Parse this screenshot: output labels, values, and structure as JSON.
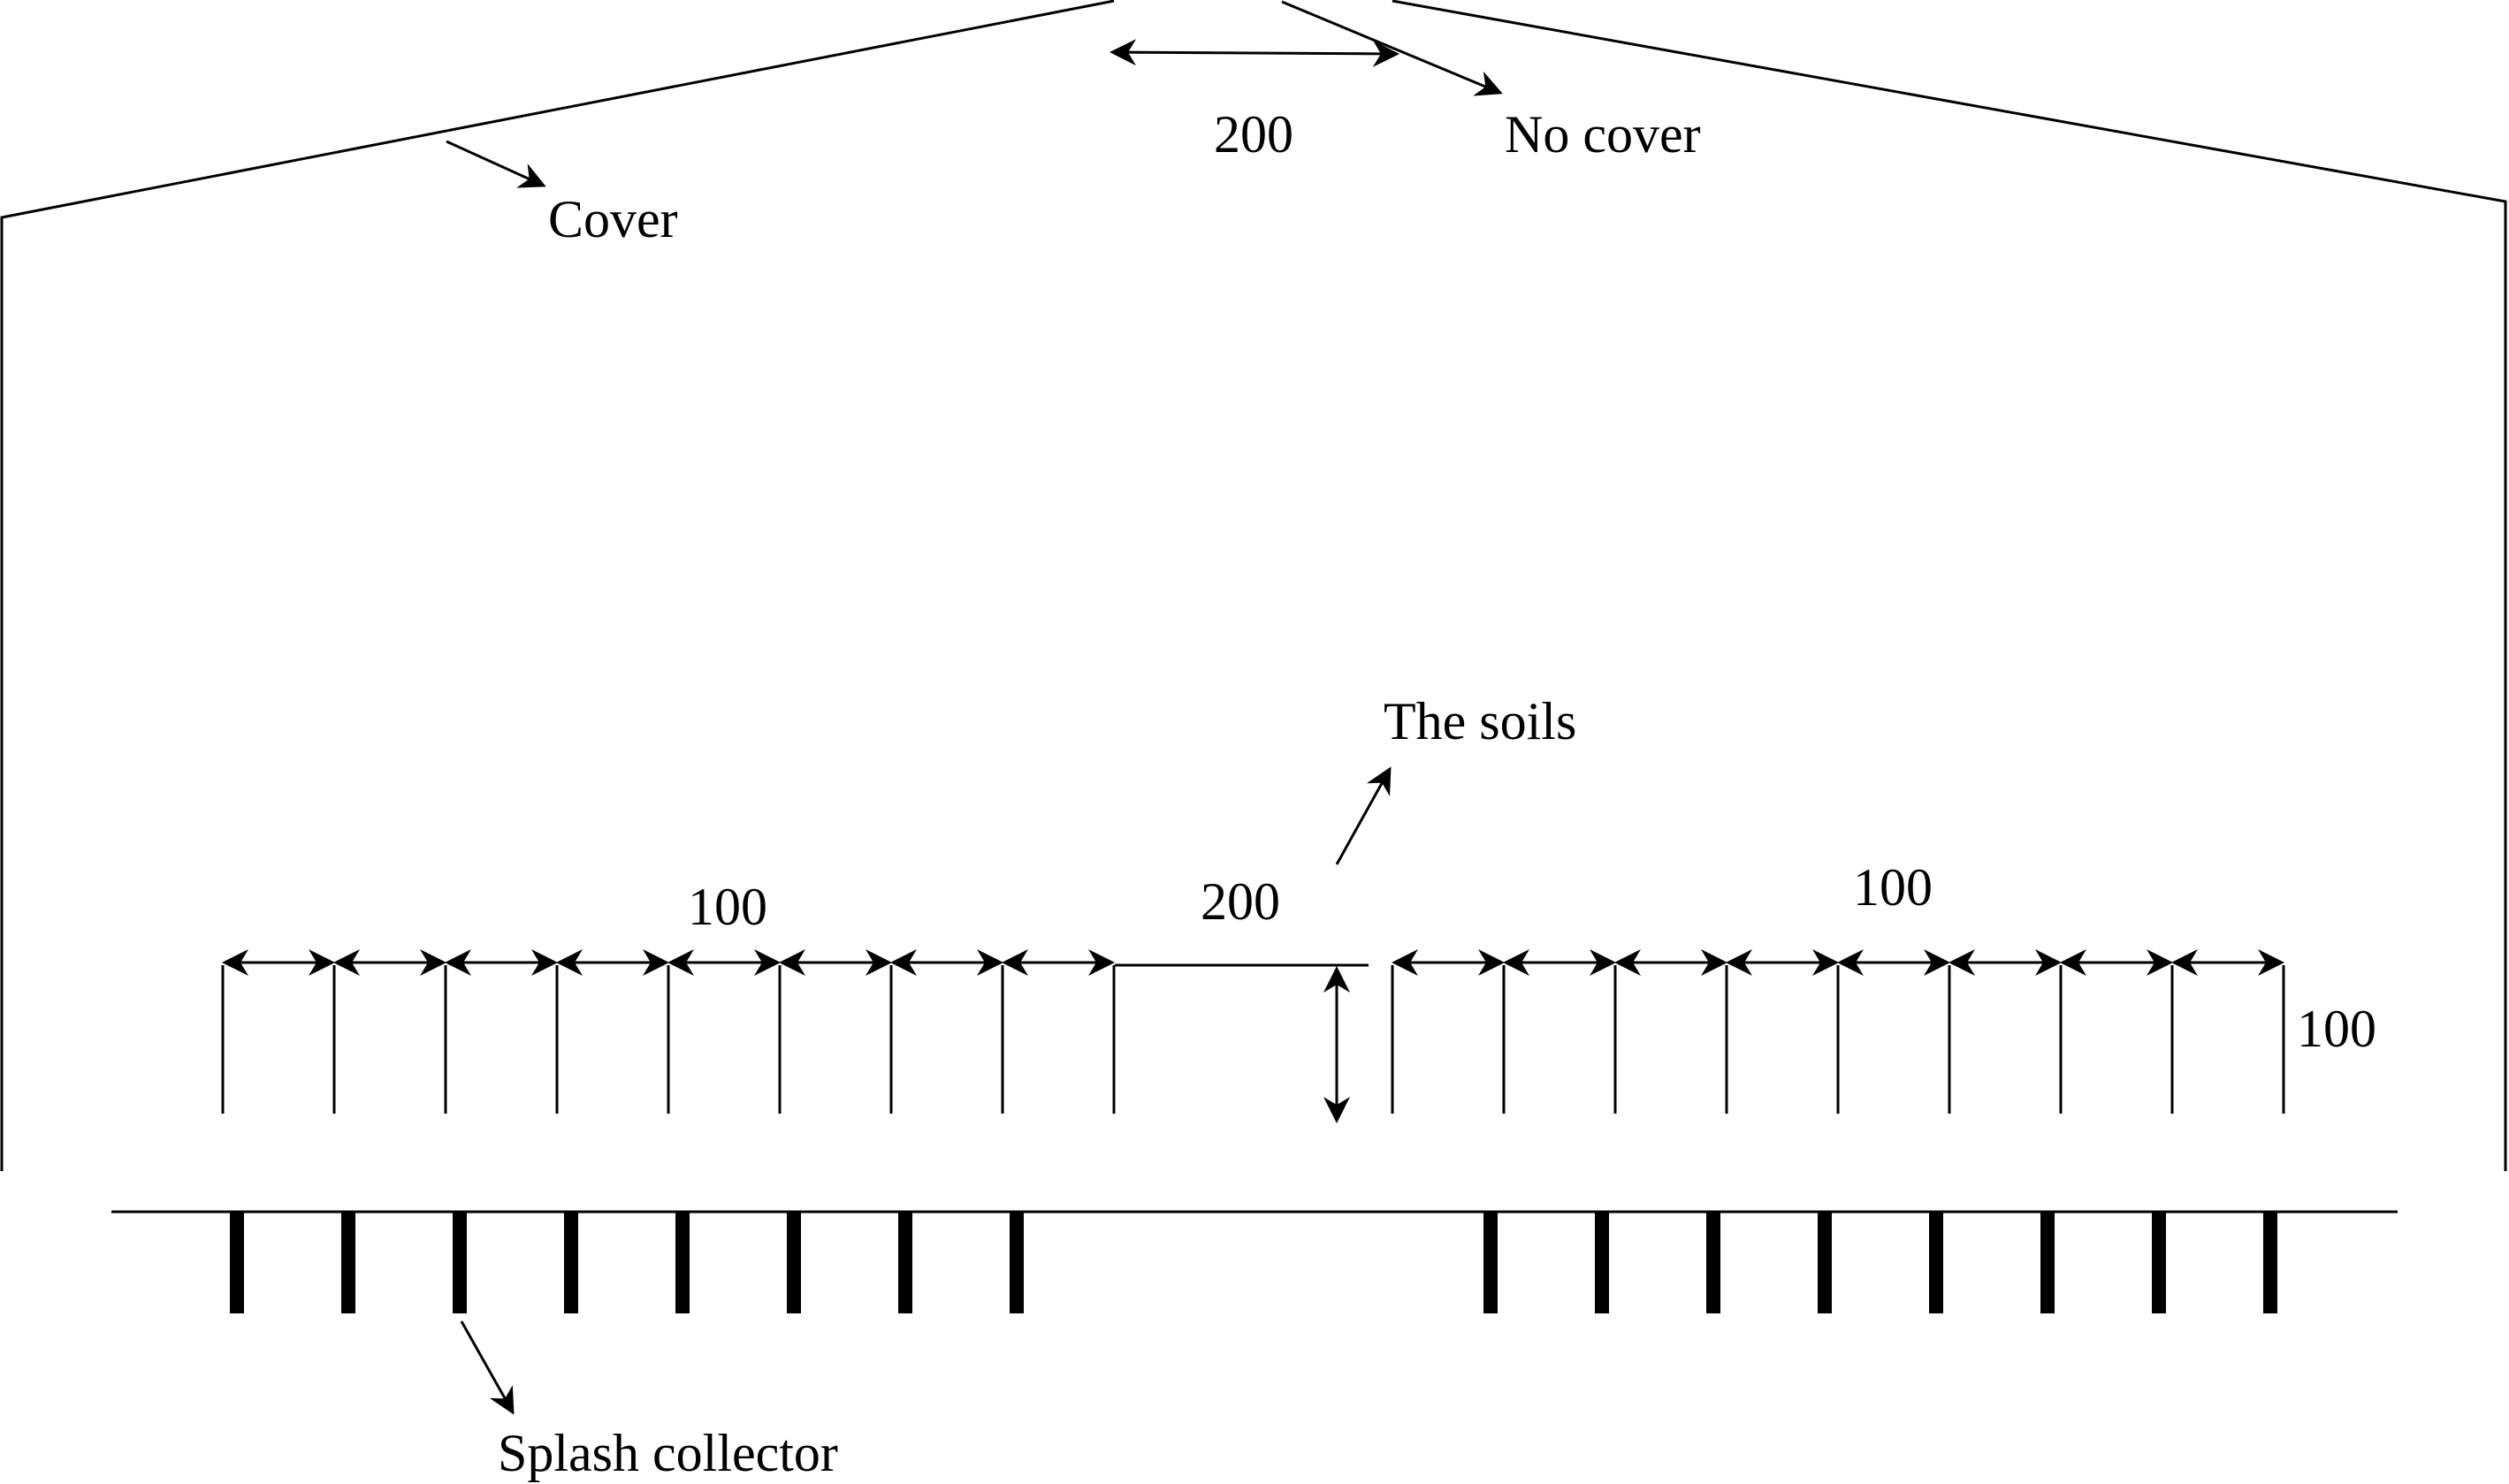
{
  "labels": {
    "cover": "Cover",
    "no_cover": "No cover",
    "top_gap": "200",
    "soils": "The soils",
    "left_spacing": "100",
    "center_gap": "200",
    "right_spacing": "100",
    "plot_height": "100",
    "splash_collector": "Splash collector"
  },
  "colors": {
    "stroke": "#000000",
    "background": "#ffffff"
  }
}
